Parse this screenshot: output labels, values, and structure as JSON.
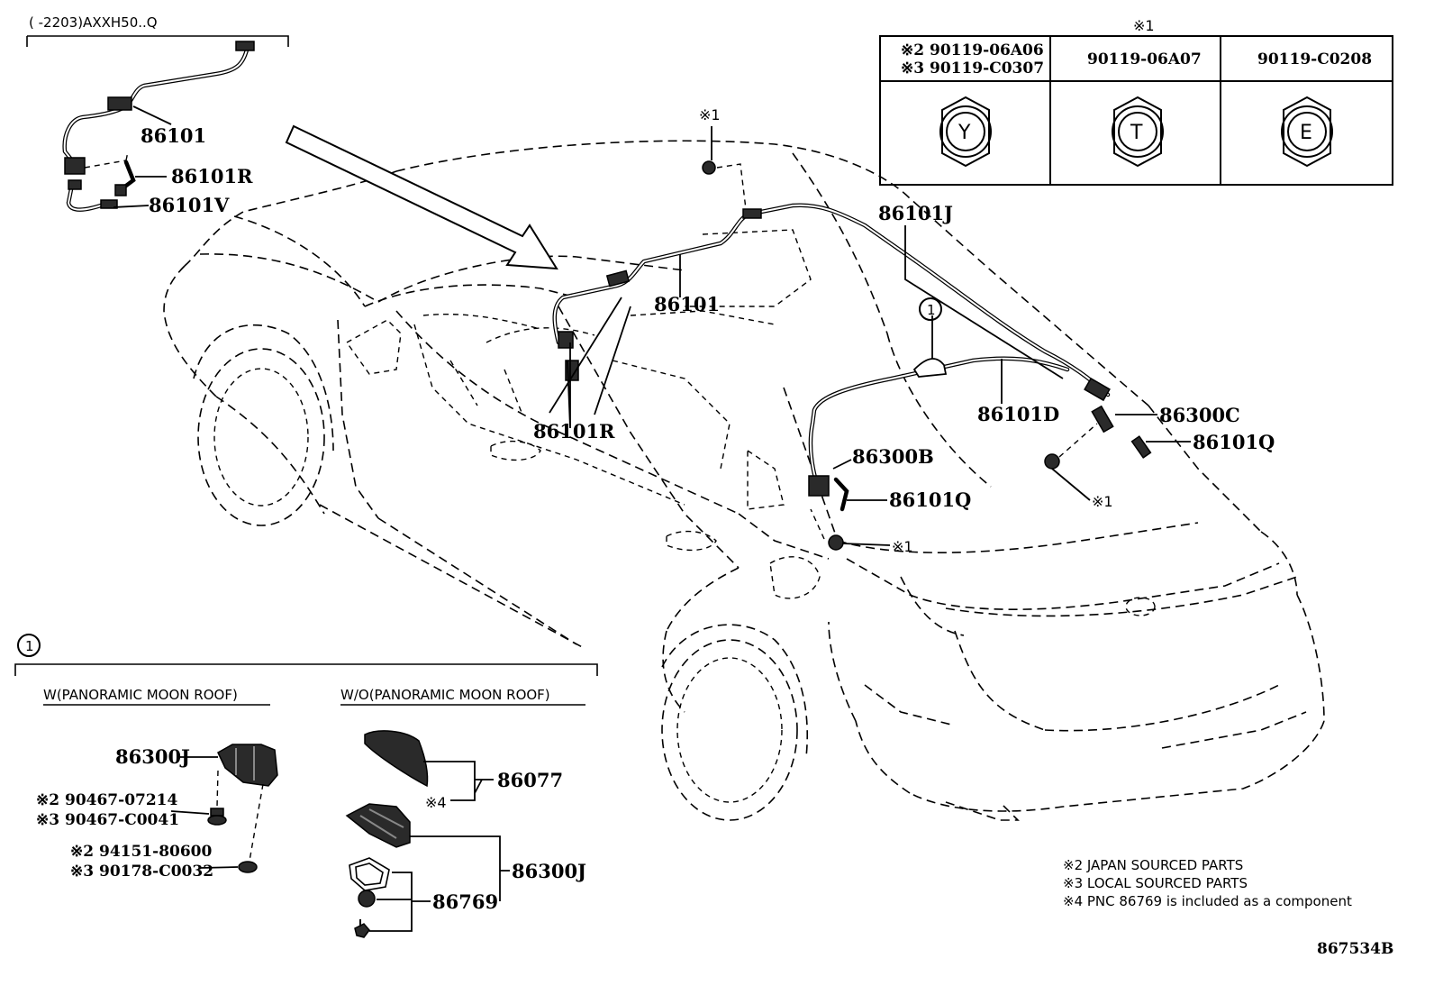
{
  "diagram": {
    "model_header": "(      -2203)AXXH50..Q",
    "drawing_number": "867534B",
    "callout_marker": "1",
    "labels": {
      "p86101_top": "86101",
      "p86101R_top": "86101R",
      "p86101V": "86101V",
      "p86101_main": "86101",
      "p86101R_main": "86101R",
      "p86101J": "86101J",
      "p86101D": "86101D",
      "p86300C": "86300C",
      "p86101Q_right": "86101Q",
      "p86300B": "86300B",
      "p86101Q_mid": "86101Q",
      "note_ref_bolt_top": "※1",
      "note_ref_bolt_mid": "※1",
      "note_ref_bolt_right": "※1"
    },
    "bolt_table": {
      "header": "※1",
      "col1_line1": "※2 90119-06A06",
      "col1_line2": "※3 90119-C0307",
      "col2": "90119-06A07",
      "col3": "90119-C0208",
      "mark1": "Y",
      "mark2": "T",
      "mark3": "E"
    },
    "inset": {
      "with_title": "W(PANORAMIC MOON ROOF)",
      "without_title": "W/O(PANORAMIC MOON ROOF)",
      "p86300J_left": "86300J",
      "p90467_07214": "※2 90467-07214",
      "p90467_C0041": "※3 90467-C0041",
      "p94151_80600": "※2 94151-80600",
      "p90178_C0032": "※3 90178-C0032",
      "p86077": "86077",
      "note4_ref": "※4",
      "p86300J_right": "86300J",
      "p86769": "86769"
    },
    "notes": {
      "n2": "※2 JAPAN SOURCED PARTS",
      "n3": "※3 LOCAL SOURCED PARTS",
      "n4": "※4 PNC 86769 is included as a component"
    }
  }
}
